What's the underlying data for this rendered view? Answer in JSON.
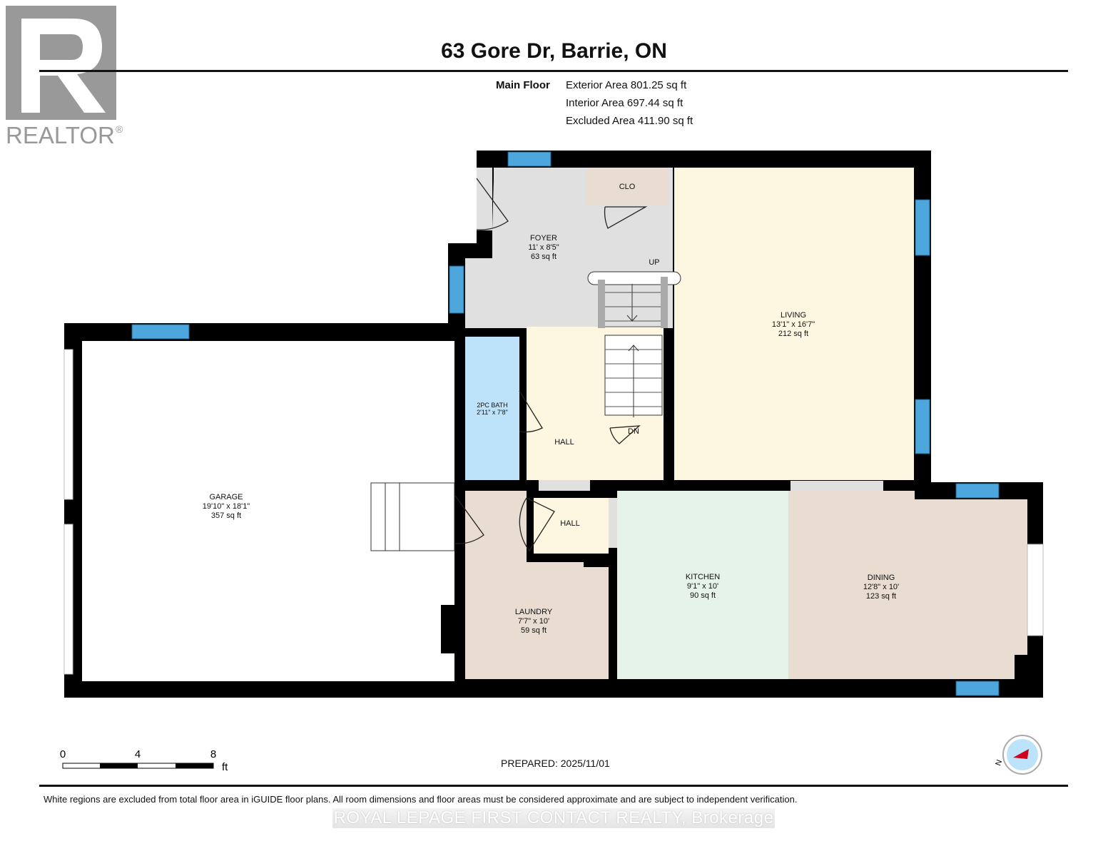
{
  "header": {
    "title": "63 Gore Dr, Barrie, ON",
    "floor_label": "Main Floor",
    "areas": [
      "Exterior Area 801.25 sq ft",
      "Interior Area 697.44 sq ft",
      "Excluded Area 411.90 sq ft"
    ]
  },
  "logo": {
    "text": "REALTOR®"
  },
  "rooms": {
    "foyer": {
      "name": "FOYER",
      "dims": "11' x 8'5\"",
      "area": "63 sq ft"
    },
    "clo": {
      "name": "CLO"
    },
    "living": {
      "name": "LIVING",
      "dims": "13'1\" x 16'7\"",
      "area": "212 sq ft"
    },
    "bath": {
      "name": "2PC BATH",
      "dims": "2'11\" x 7'8\""
    },
    "hall1": {
      "name": "HALL"
    },
    "hall2": {
      "name": "HALL"
    },
    "garage": {
      "name": "GARAGE",
      "dims": "19'10\" x 18'1\"",
      "area": "357 sq ft"
    },
    "laundry": {
      "name": "LAUNDRY",
      "dims": "7'7\" x 10'",
      "area": "59 sq ft"
    },
    "kitchen": {
      "name": "KITCHEN",
      "dims": "9'1\" x 10'",
      "area": "90 sq ft"
    },
    "dining": {
      "name": "DINING",
      "dims": "12'8\" x 10'",
      "area": "123 sq ft"
    },
    "up": "UP",
    "dn": "DN"
  },
  "colors": {
    "wall": "#000000",
    "window": "#4ea7dc",
    "foyer": "#e0e0e0",
    "living": "#fdf7e1",
    "bath": "#bde3fb",
    "laundry": "#e8ddd0",
    "kitchen": "#e6f3e9",
    "dining": "#e8ddd0"
  },
  "scale": {
    "ticks": [
      "0",
      "4",
      "8"
    ],
    "unit": "ft"
  },
  "compass": {
    "label": "N",
    "icon": "compass-icon"
  },
  "footer": {
    "prepared": "PREPARED: 2025/11/01",
    "disclaimer": "White regions are excluded from total floor area in iGUIDE floor plans. All room dimensions and floor areas must be considered approximate and are subject to independent verification.",
    "brokerage": "ROYAL LEPAGE FIRST CONTACT REALTY, Brokerage"
  }
}
